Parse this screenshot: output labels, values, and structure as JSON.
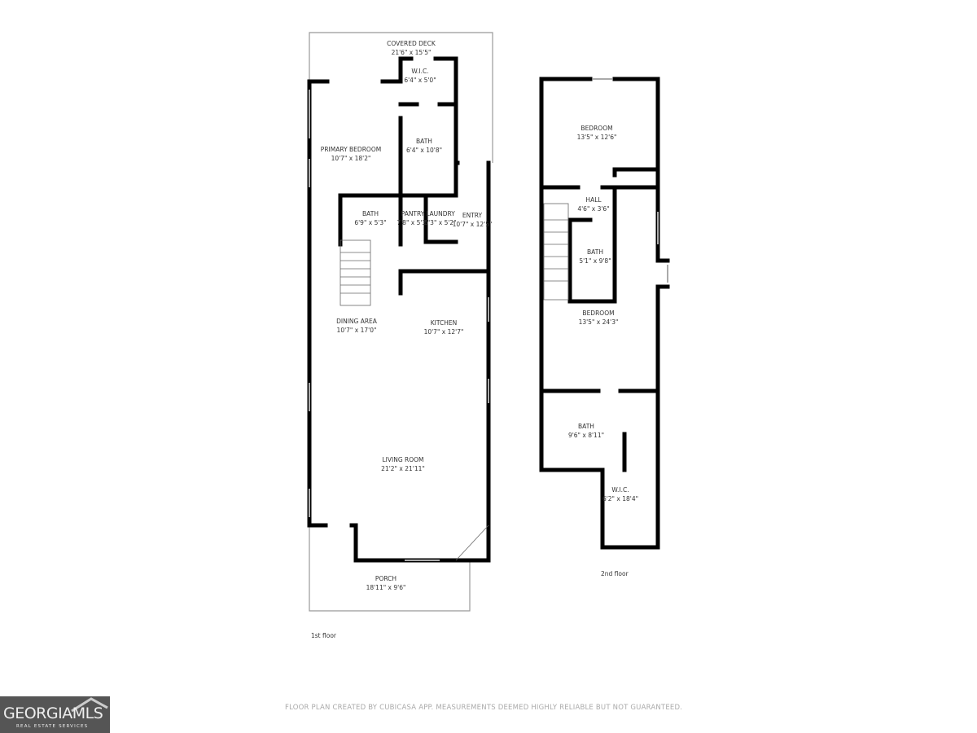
{
  "floors": [
    {
      "label": "1st floor",
      "rooms": [
        {
          "name": "COVERED DECK",
          "size": "21'6\" x 15'5\""
        },
        {
          "name": "W.I.C.",
          "size": "6'4\" x 5'0\""
        },
        {
          "name": "PRIMARY BEDROOM",
          "size": "10'7\" x 18'2\""
        },
        {
          "name": "BATH",
          "size": "6'4\" x 10'8\""
        },
        {
          "name": "BATH",
          "size": "6'9\" x 5'3\""
        },
        {
          "name": "PANTRY",
          "size": "7'8\" x 5'3\""
        },
        {
          "name": "LAUNDRY",
          "size": "5'3\" x 5'2\""
        },
        {
          "name": "ENTRY",
          "size": "10'7\" x 12'5\""
        },
        {
          "name": "DINING AREA",
          "size": "10'7\" x 17'0\""
        },
        {
          "name": "KITCHEN",
          "size": "10'7\" x 12'7\""
        },
        {
          "name": "LIVING ROOM",
          "size": "21'2\" x 21'11\""
        },
        {
          "name": "PORCH",
          "size": "18'11\" x 9'6\""
        }
      ]
    },
    {
      "label": "2nd floor",
      "rooms": [
        {
          "name": "BEDROOM",
          "size": "13'5\" x 12'6\""
        },
        {
          "name": "HALL",
          "size": "4'6\" x 3'6\""
        },
        {
          "name": "BATH",
          "size": "5'1\" x 9'8\""
        },
        {
          "name": "BEDROOM",
          "size": "13'5\" x 24'3\""
        },
        {
          "name": "BATH",
          "size": "9'6\" x 8'11\""
        },
        {
          "name": "W.I.C.",
          "size": "6'2\" x 18'4\""
        }
      ]
    }
  ],
  "disclaimer": "FLOOR PLAN CREATED BY CUBICASA APP. MEASUREMENTS DEEMED HIGHLY RELIABLE BUT NOT GUARANTEED.",
  "logo": {
    "main": "GEORGIAMLS",
    "sub": "REAL ESTATE SERVICES"
  },
  "colors": {
    "wall": "#000000",
    "logo_bg": "#555555"
  }
}
